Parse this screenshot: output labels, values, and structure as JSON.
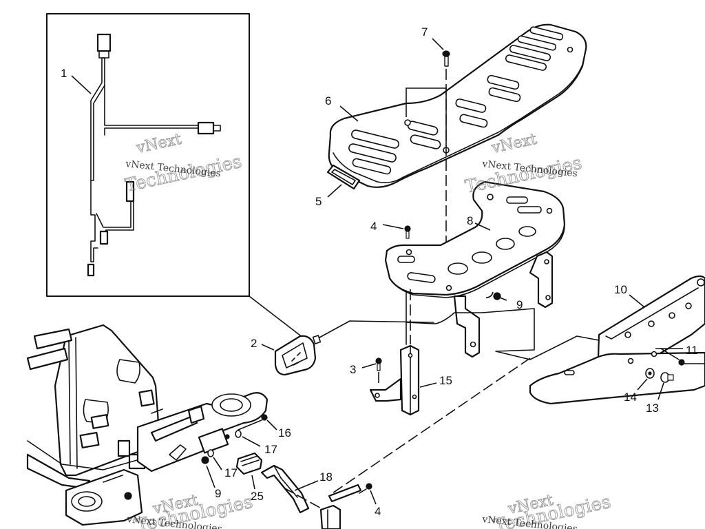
{
  "diagram": {
    "callouts": [
      {
        "id": "c1",
        "label": "1"
      },
      {
        "id": "c2",
        "label": "2"
      },
      {
        "id": "c3",
        "label": "3"
      },
      {
        "id": "c4a",
        "label": "4"
      },
      {
        "id": "c4b",
        "label": "4"
      },
      {
        "id": "c5",
        "label": "5"
      },
      {
        "id": "c6",
        "label": "6"
      },
      {
        "id": "c7",
        "label": "7"
      },
      {
        "id": "c8",
        "label": "8"
      },
      {
        "id": "c9a",
        "label": "9"
      },
      {
        "id": "c9b",
        "label": "9"
      },
      {
        "id": "c10",
        "label": "10"
      },
      {
        "id": "c11",
        "label": "11"
      },
      {
        "id": "c13",
        "label": "13"
      },
      {
        "id": "c14",
        "label": "14"
      },
      {
        "id": "c15",
        "label": "15"
      },
      {
        "id": "c16",
        "label": "16"
      },
      {
        "id": "c17a",
        "label": "17"
      },
      {
        "id": "c17b",
        "label": "17"
      },
      {
        "id": "c18",
        "label": "18"
      },
      {
        "id": "c25",
        "label": "25"
      }
    ],
    "watermark": {
      "small": "vNext Technologies",
      "big_top": "vNext",
      "big_bottom": "Technologies"
    }
  }
}
